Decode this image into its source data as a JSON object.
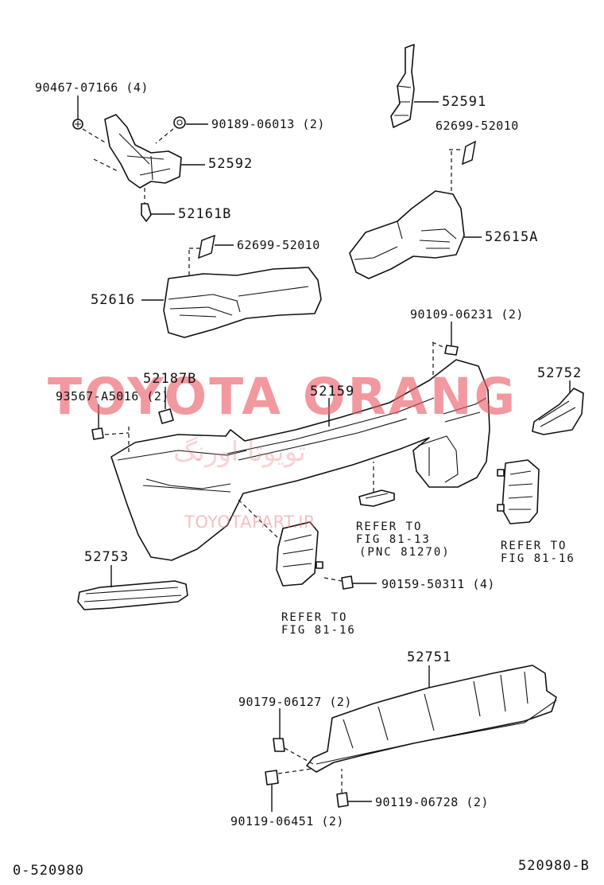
{
  "watermark": {
    "brand": "TOYOTA ORANG",
    "persian": "تویوتا اورنگ",
    "site": "TOYOTAPART.IR"
  },
  "labels": {
    "p52591": "52591",
    "p62699_top": "62699-52010",
    "p90467": "90467-07166 (4)",
    "p90189": "90189-06013 (2)",
    "p52592": "52592",
    "p52161b": "52161B",
    "p62699_mid": "62699-52010",
    "p52615a": "52615A",
    "p52616": "52616",
    "p90109": "90109-06231 (2)",
    "p52187b": "52187B",
    "p93567": "93567-A5016 (2)",
    "p52159": "52159",
    "p52752": "52752",
    "p52753": "52753",
    "p90159": "90159-50311 (4)",
    "p52751": "52751",
    "p90179": "90179-06127 (2)",
    "p90119_right": "90119-06728 (2)",
    "p90119_left": "90119-06451 (2)"
  },
  "references": {
    "ref_center_1": "REFER TO",
    "ref_center_2": "FIG 81-13",
    "ref_center_3": "(PNC 81270)",
    "ref_right_1": "REFER TO",
    "ref_right_2": "FIG 81-16",
    "ref_left_1": "REFER TO",
    "ref_left_2": "FIG 81-16"
  },
  "footer": {
    "left_code": "0-520980",
    "right_code": "520980-B"
  }
}
